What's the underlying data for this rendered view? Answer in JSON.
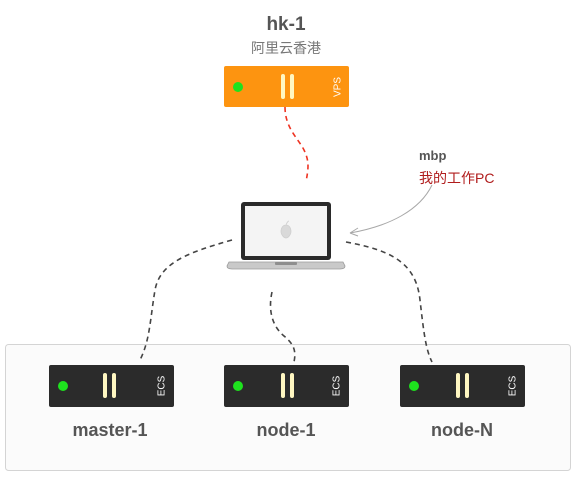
{
  "top_server": {
    "name": "hk-1",
    "subtitle": "阿里云香港",
    "badge": "VPS",
    "color": "#fd9410"
  },
  "laptop": {
    "name": "mbp",
    "subtitle": "我的工作PC",
    "subtitle_color": "#b01c1c"
  },
  "cluster": {
    "nodes": [
      {
        "name": "master-1",
        "badge": "ECS"
      },
      {
        "name": "node-1",
        "badge": "ECS"
      },
      {
        "name": "node-N",
        "badge": "ECS"
      }
    ],
    "server_color": "#2b2b2b"
  },
  "colors": {
    "led_green": "#1ee21e",
    "slot_light": "#fff7c2",
    "link_red": "#ee3322",
    "link_dark": "#444444",
    "arrow_gray": "#a8a8a8",
    "cluster_border": "#d4d4d4",
    "label_gray": "#555555"
  }
}
